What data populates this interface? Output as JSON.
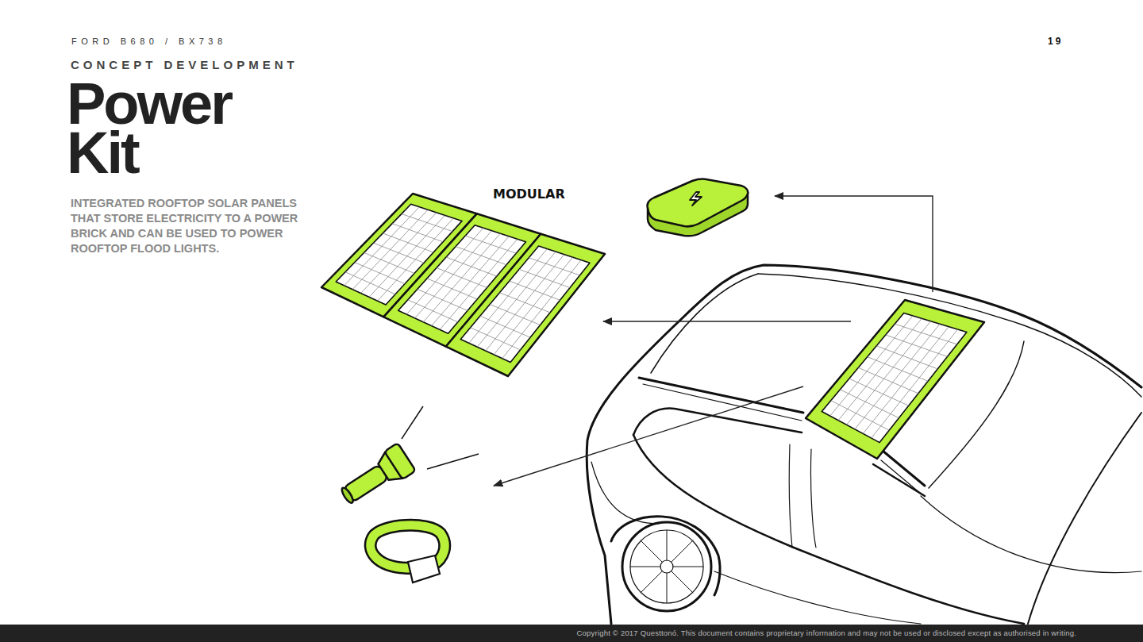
{
  "diagram": {
    "title": "Power Kit",
    "labels": [
      "FORD B680 / BX738",
      "CONCEPT DEVELOPMENT",
      "INTEGRATED ROOFTOP SOLAR PANELS THAT STORE ELECTRICITY TO A POWER BRICK AND CAN BE USED TO POWER ROOFTOP FLOOD LIGHTS.",
      "MODULAR",
      "19",
      "Copyright © 2017 Questtonó. This document contains proprietary information and may not be used or disclosed except as authorised in writing."
    ]
  }
}
